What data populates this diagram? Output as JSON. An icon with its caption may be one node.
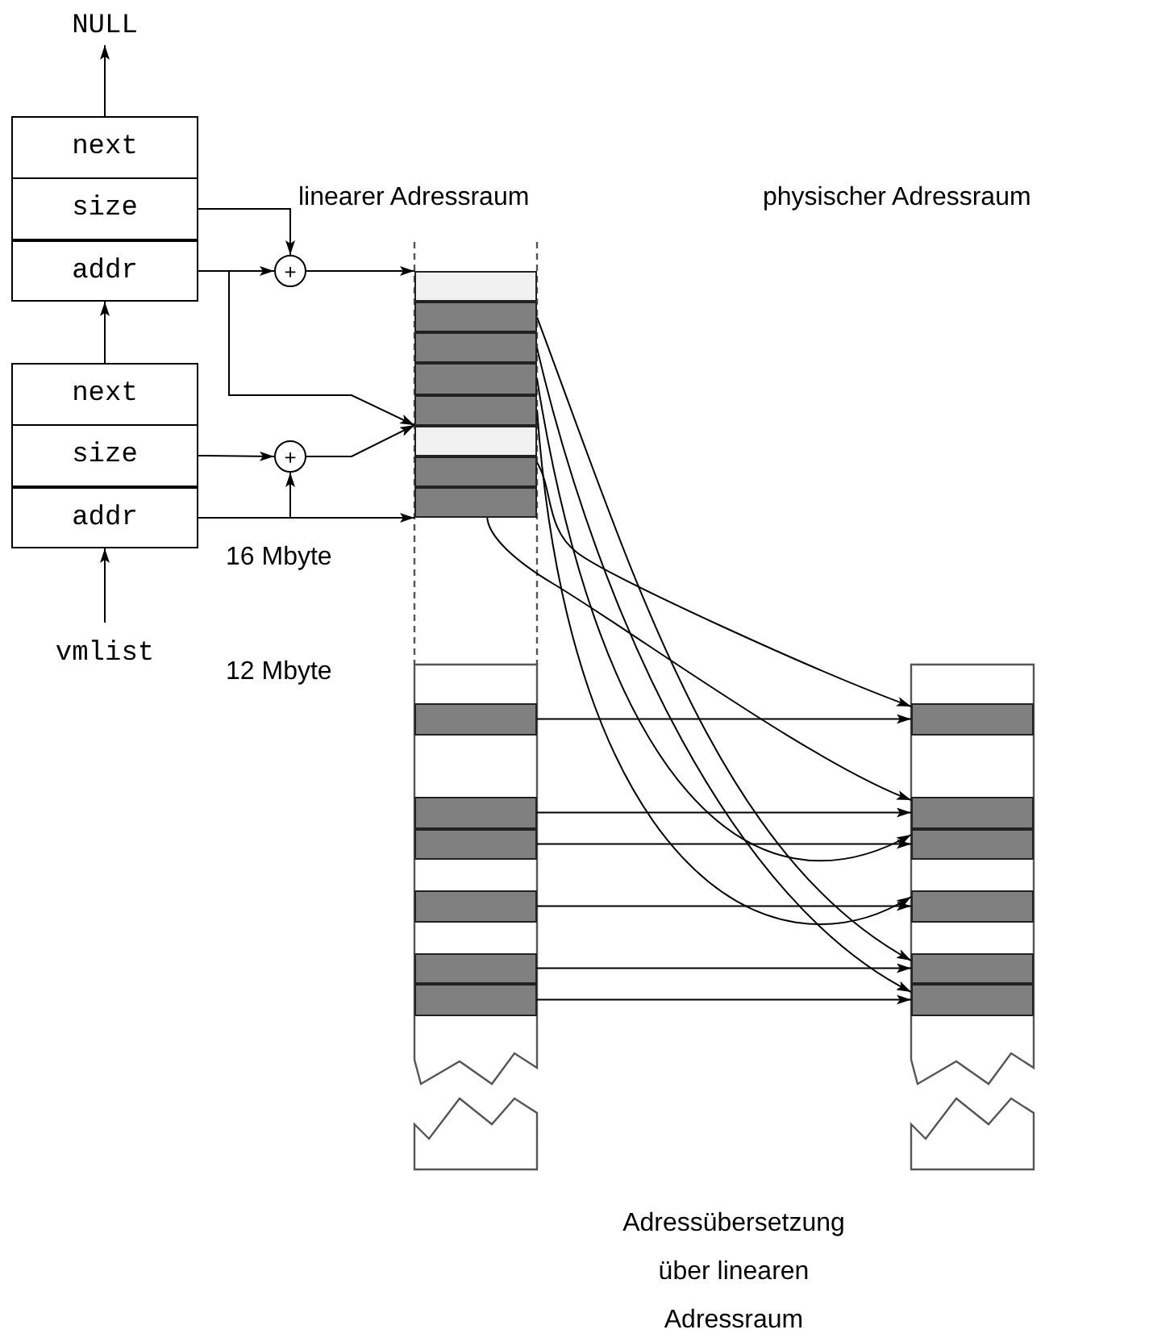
{
  "diagram": {
    "nodes": [
      {
        "text": [
          "NULL"
        ]
      },
      {
        "text": [
          "next"
        ]
      },
      {
        "text": [
          "size"
        ]
      },
      {
        "text": [
          "addr"
        ]
      },
      {
        "text": [
          "next"
        ]
      },
      {
        "text": [
          "size"
        ]
      },
      {
        "text": [
          "addr"
        ]
      },
      {
        "text": [
          "vmlist"
        ]
      },
      {
        "text": [
          "+"
        ]
      },
      {
        "text": [
          "+"
        ]
      },
      {
        "text": [],
        "shape": "bar"
      },
      {
        "text": [],
        "shape": "bar"
      },
      {
        "text": [],
        "shape": "bar"
      },
      {
        "text": [],
        "shape": "bar"
      },
      {
        "text": [],
        "shape": "bar"
      },
      {
        "text": [],
        "shape": "bar"
      },
      {
        "text": [],
        "shape": "bar"
      },
      {
        "text": [],
        "shape": "bar"
      },
      {
        "text": [],
        "shape": "bar"
      },
      {
        "text": [],
        "shape": "bar"
      },
      {
        "text": [],
        "shape": "bar"
      },
      {
        "text": [],
        "shape": "bar"
      },
      {
        "text": [],
        "shape": "bar"
      },
      {
        "text": [],
        "shape": "bar"
      },
      {
        "text": [],
        "shape": "bar"
      },
      {
        "text": [],
        "shape": "bar"
      },
      {
        "text": [],
        "shape": "bar"
      },
      {
        "text": [],
        "shape": "bar"
      },
      {
        "text": [],
        "shape": "bar"
      },
      {
        "text": [],
        "shape": "bar"
      }
    ],
    "edges": [
      {
        "from": 1,
        "to": 0,
        "arrow": "to"
      },
      {
        "from": 4,
        "to": 3,
        "arrow": "to"
      },
      {
        "from": 7,
        "to": 6,
        "arrow": "to"
      },
      {
        "from": 2,
        "to": 8,
        "arrow": "to"
      },
      {
        "from": 3,
        "to": 8,
        "arrow": "to"
      },
      {
        "from": 8,
        "to": 10,
        "arrow": "to"
      },
      {
        "from": 3,
        "to": 15,
        "arrow": "to"
      },
      {
        "from": 5,
        "to": 9,
        "arrow": "to"
      },
      {
        "from": 6,
        "to": 9,
        "arrow": "to"
      },
      {
        "from": 9,
        "to": 15,
        "arrow": "to"
      },
      {
        "from": 6,
        "to": 17,
        "arrow": "to"
      },
      {
        "from": 11,
        "to": 28,
        "arrow": "to"
      },
      {
        "from": 12,
        "to": 29,
        "arrow": "to"
      },
      {
        "from": 13,
        "to": 26,
        "arrow": "to"
      },
      {
        "from": 14,
        "to": 27,
        "arrow": "to"
      },
      {
        "from": 16,
        "to": 24,
        "arrow": "to"
      },
      {
        "from": 17,
        "to": 25,
        "arrow": "to"
      },
      {
        "from": 18,
        "to": 24,
        "arrow": "to"
      },
      {
        "from": 19,
        "to": 25,
        "arrow": "to"
      },
      {
        "from": 20,
        "to": 26,
        "arrow": "to"
      },
      {
        "from": 21,
        "to": 27,
        "arrow": "to"
      },
      {
        "from": 22,
        "to": 28,
        "arrow": "to"
      },
      {
        "from": 23,
        "to": 29,
        "arrow": "to"
      }
    ],
    "labels": [
      "linearer Adressraum",
      "physischer Adressraum",
      "16 Mbyte",
      "12 Mbyte",
      "Adressübersetzung über linearen Adressraum"
    ]
  }
}
